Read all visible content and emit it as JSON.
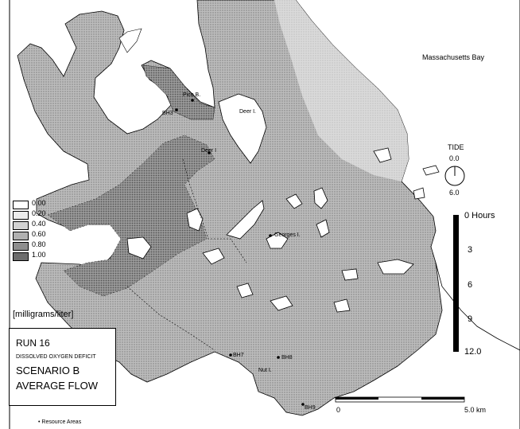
{
  "places": {
    "massachusetts_bay": "Massachusetts Bay",
    "pico_b": "Pico B.",
    "bh3": "BH3",
    "deer_i": "Deer I.",
    "deer_i_2": "Deer I",
    "georges_i": "Georges I.",
    "bh7": "BH7",
    "bh8": "BH8",
    "nut_i": "Nut I.",
    "bh9": "BH9"
  },
  "tide": {
    "title": "TIDE",
    "top_value": "0.0",
    "bottom_value": "6.0"
  },
  "time_bar": {
    "labels": [
      "0 Hours",
      "3",
      "6",
      "9",
      "12.0"
    ]
  },
  "legend": {
    "levels": [
      "0.00",
      "0.20",
      "0.40",
      "0.60",
      "0.80",
      "1.00"
    ],
    "units": "[milligrams/liter]",
    "colors": [
      "#ffffff",
      "#ececec",
      "#d2d2d2",
      "#b0b0b0",
      "#8e8e8e",
      "#6c6c6c"
    ]
  },
  "run_box": {
    "run": "RUN 16",
    "subtitle": "DISSOLVED OXYGEN DEFICIT",
    "scenario": "SCENARIO B",
    "flow": "AVERAGE FLOW"
  },
  "scale": {
    "start": "0",
    "end": "5.0 km"
  },
  "footnote": "• Resource Areas"
}
